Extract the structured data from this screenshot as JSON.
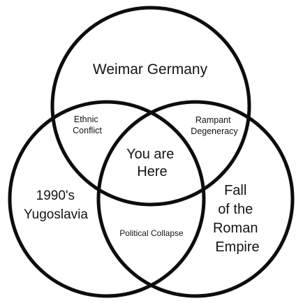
{
  "diagram": {
    "type": "venn",
    "circles": [
      {
        "id": "top",
        "label": [
          "Weimar Germany"
        ]
      },
      {
        "id": "left",
        "label": [
          "1990's",
          "Yugoslavia"
        ]
      },
      {
        "id": "right",
        "label": [
          "Fall",
          "of the",
          "Roman",
          "Empire"
        ]
      }
    ],
    "overlaps": {
      "top_left": [
        "Ethnic",
        "Conflict"
      ],
      "top_right": [
        "Rampant",
        "Degeneracy"
      ],
      "left_right": [
        "Political Collapse"
      ],
      "center": [
        "You are",
        "Here"
      ]
    },
    "colors": {
      "stroke": "#0d0d0d",
      "text": "#141414",
      "background": "#ffffff"
    }
  }
}
